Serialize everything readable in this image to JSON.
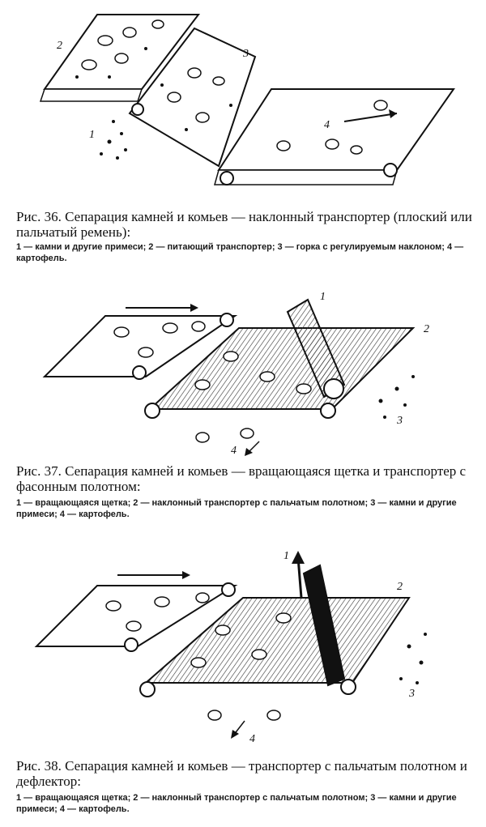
{
  "figures": [
    {
      "caption": "Рис. 36. Сепарация камней и комьев — наклонный транспортер (плоский или пальчатый ремень):",
      "legend": "1 — камни и другие примеси; 2 — питающий транспортер; 3 — горка с регулируемым наклоном; 4 — картофель.",
      "labels": [
        "1",
        "2",
        "3",
        "4"
      ]
    },
    {
      "caption": "Рис. 37. Сепарация камней и комьев — вращающаяся щетка и транспортер с фасонным полотном:",
      "legend": "1 — вращающаяся щетка; 2 — наклонный транспортер с пальчатым полотном; 3 — камни и другие примеси; 4 — картофель.",
      "labels": [
        "1",
        "2",
        "3",
        "4"
      ]
    },
    {
      "caption": "Рис. 38. Сепарация камней и комьев — транспортер с пальчатым полотном и дефлектор:",
      "legend": "1 — вращающаяся щетка; 2 — наклонный транспортер с пальчатым полотном; 3 — камни и другие примеси; 4 — картофель.",
      "labels": [
        "1",
        "2",
        "3",
        "4"
      ]
    }
  ]
}
